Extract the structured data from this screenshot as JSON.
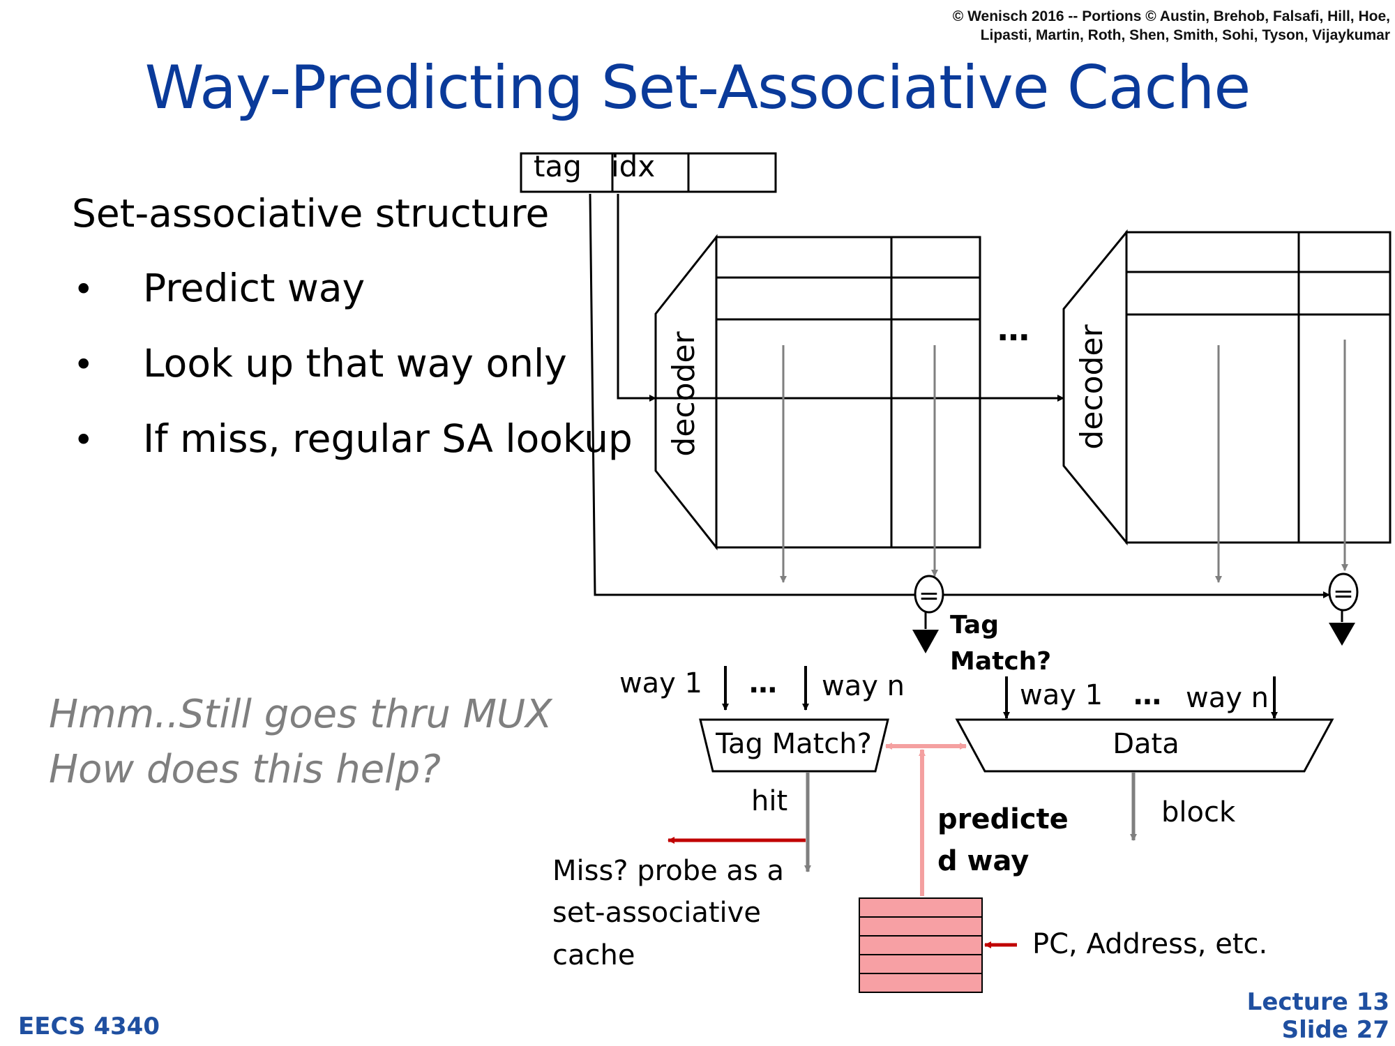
{
  "slide": {
    "copyright_line1": "© Wenisch 2016 -- Portions © Austin, Brehob, Falsafi, Hill, Hoe,",
    "copyright_line2": "Lipasti, Martin, Roth, Shen, Smith, Sohi, Tyson, Vijaykumar",
    "title": "Way-Predicting Set-Associative Cache",
    "footer_course": "EECS 4340",
    "footer_lecture": "Lecture 13",
    "footer_slide": "Slide 27"
  },
  "content": {
    "heading": "Set-associative structure",
    "bullets": [
      {
        "marker": "•",
        "text": "Predict way"
      },
      {
        "marker": "•",
        "text": "Look up that way only"
      },
      {
        "marker": "•",
        "text": "If miss, regular SA lookup"
      }
    ],
    "note_line1": "Hmm..Still goes thru MUX",
    "note_line2": "How does this help?"
  },
  "diagram": {
    "address_fields": {
      "tag": "tag",
      "idx": "idx"
    },
    "decoder_label": "decoder",
    "ellipsis": "…",
    "comparator_symbol": "=",
    "tag_match_out_line1": "Tag",
    "tag_match_out_line2": "Match?",
    "tag_mux": {
      "label": "Tag Match?",
      "way1": "way 1",
      "wayn": "way n",
      "output": "hit"
    },
    "data_mux": {
      "label": "Data",
      "way1": "way 1",
      "wayn": "way n",
      "output": "block"
    },
    "predicted_way_line1": "predicte",
    "predicted_way_line2": "d way",
    "miss_line1": "Miss? probe as a",
    "miss_line2": "set-associative",
    "miss_line3": "cache",
    "predictor_input": "PC, Address, etc.",
    "colors": {
      "wire": "#000000",
      "data_path": "#7f7f7f",
      "predict_path": "#f4a0a0",
      "predictor_fill": "#f7a0a4",
      "miss_arrow": "#c00000"
    }
  }
}
